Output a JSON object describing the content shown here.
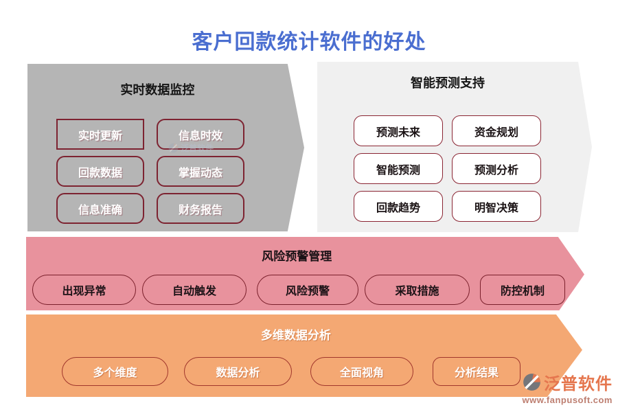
{
  "title": "客户回款统计软件的好处",
  "colors": {
    "title_blue": "#4a6ed0",
    "gray_panel": "#b5b5b5",
    "light_panel": "#f0f0f0",
    "pink_band": "#e8929d",
    "orange_band": "#f4a873",
    "chip_border_maroon": "#8a2432",
    "logo_orange": "#e5764e"
  },
  "sections": {
    "realtime": {
      "title": "实时数据监控",
      "items": [
        "实时更新",
        "信息时效",
        "回款数据",
        "掌握动态",
        "信息准确",
        "财务报告"
      ]
    },
    "prediction": {
      "title": "智能预测支持",
      "items": [
        "预测未来",
        "资金规划",
        "智能预测",
        "预测分析",
        "回款趋势",
        "明智决策"
      ]
    },
    "risk": {
      "title": "风险预警管理",
      "items": [
        "出现异常",
        "自动触发",
        "风险预警",
        "采取措施",
        "防控机制"
      ]
    },
    "analysis": {
      "title": "多维数据分析",
      "items": [
        "多个维度",
        "数据分析",
        "全面视角",
        "分析结果"
      ]
    }
  },
  "branding": {
    "logo_text": "泛普软件",
    "website": "www.fanpusoft.com",
    "watermark_text": "泛普软件"
  }
}
